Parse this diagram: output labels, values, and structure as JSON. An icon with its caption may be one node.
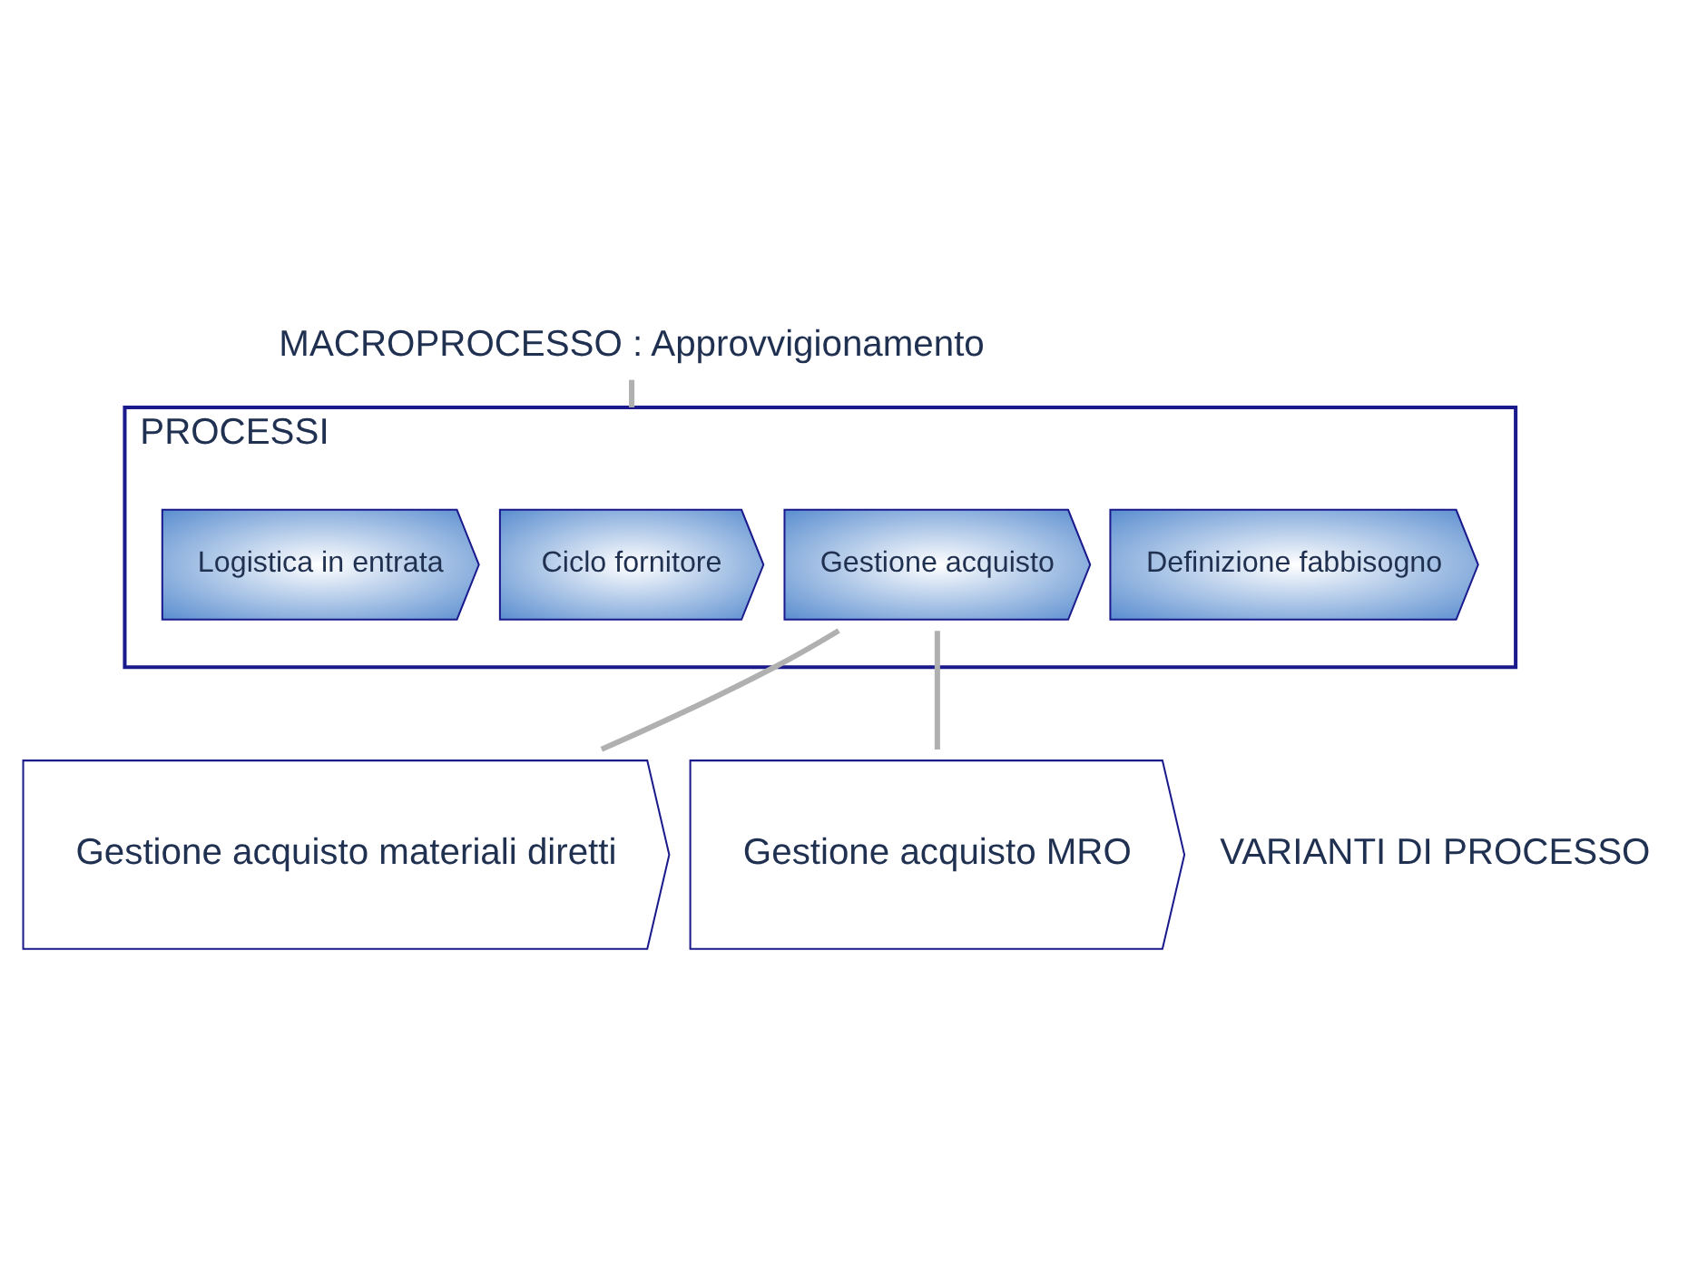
{
  "diagram": {
    "nodes": [
      {
        "text": [
          "MACROPROCESSO : Approvvigionamento"
        ]
      },
      {
        "text": [
          "PROCESSI"
        ]
      },
      {
        "text": [
          "Definizione fabbisogno"
        ],
        "in": 1
      },
      {
        "text": [
          "Gestione acquisto"
        ],
        "in": 1
      },
      {
        "text": [
          "Ciclo fornitore"
        ],
        "in": 1
      },
      {
        "text": [
          "Logistica in entrata"
        ],
        "in": 1
      },
      {
        "text": [
          "Gestione acquisto materiali diretti"
        ]
      },
      {
        "text": [
          "Gestione acquisto MRO"
        ]
      }
    ],
    "edges": [
      {
        "from": 0,
        "to": 1,
        "arrow": "none"
      },
      {
        "from": 3,
        "to": 6,
        "arrow": "none"
      },
      {
        "from": 3,
        "to": 7,
        "arrow": "none"
      }
    ],
    "labels": [
      "VARIANTI DI PROCESSO"
    ]
  }
}
